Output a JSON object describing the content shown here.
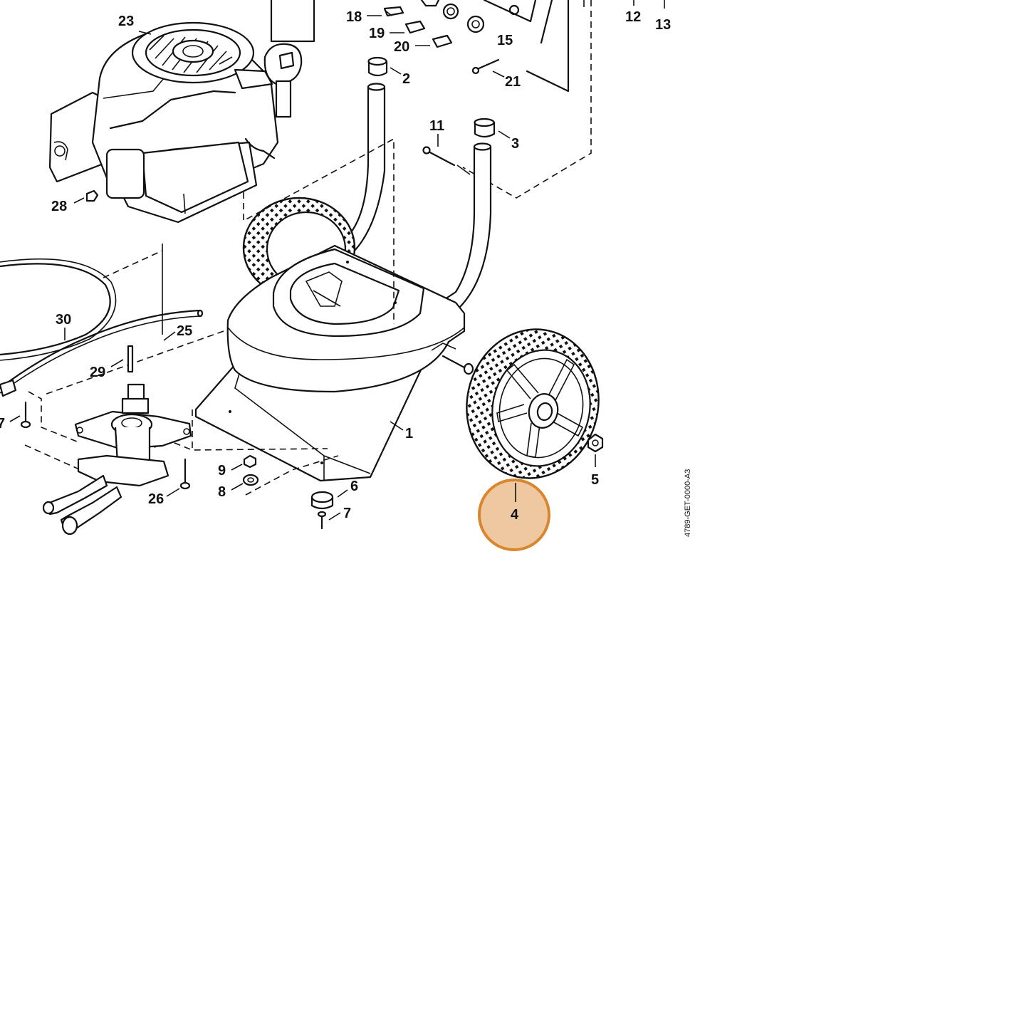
{
  "diagram": {
    "document_id": "4789-GET-0000-A3",
    "highlight": {
      "part": "4",
      "color": "#d9862e"
    },
    "callouts": {
      "c1": "1",
      "c2": "2",
      "c3": "3",
      "c4": "4",
      "c5": "5",
      "c6": "6",
      "c7a": "7",
      "c7b": "7",
      "c8": "8",
      "c9": "9",
      "c11": "11",
      "c12": "12",
      "c13": "13",
      "c15": "15",
      "c18": "18",
      "c19": "19",
      "c20": "20",
      "c21": "21",
      "c23": "23",
      "c25": "25",
      "c26": "26",
      "c28": "28",
      "c29": "29",
      "c30": "30"
    }
  }
}
